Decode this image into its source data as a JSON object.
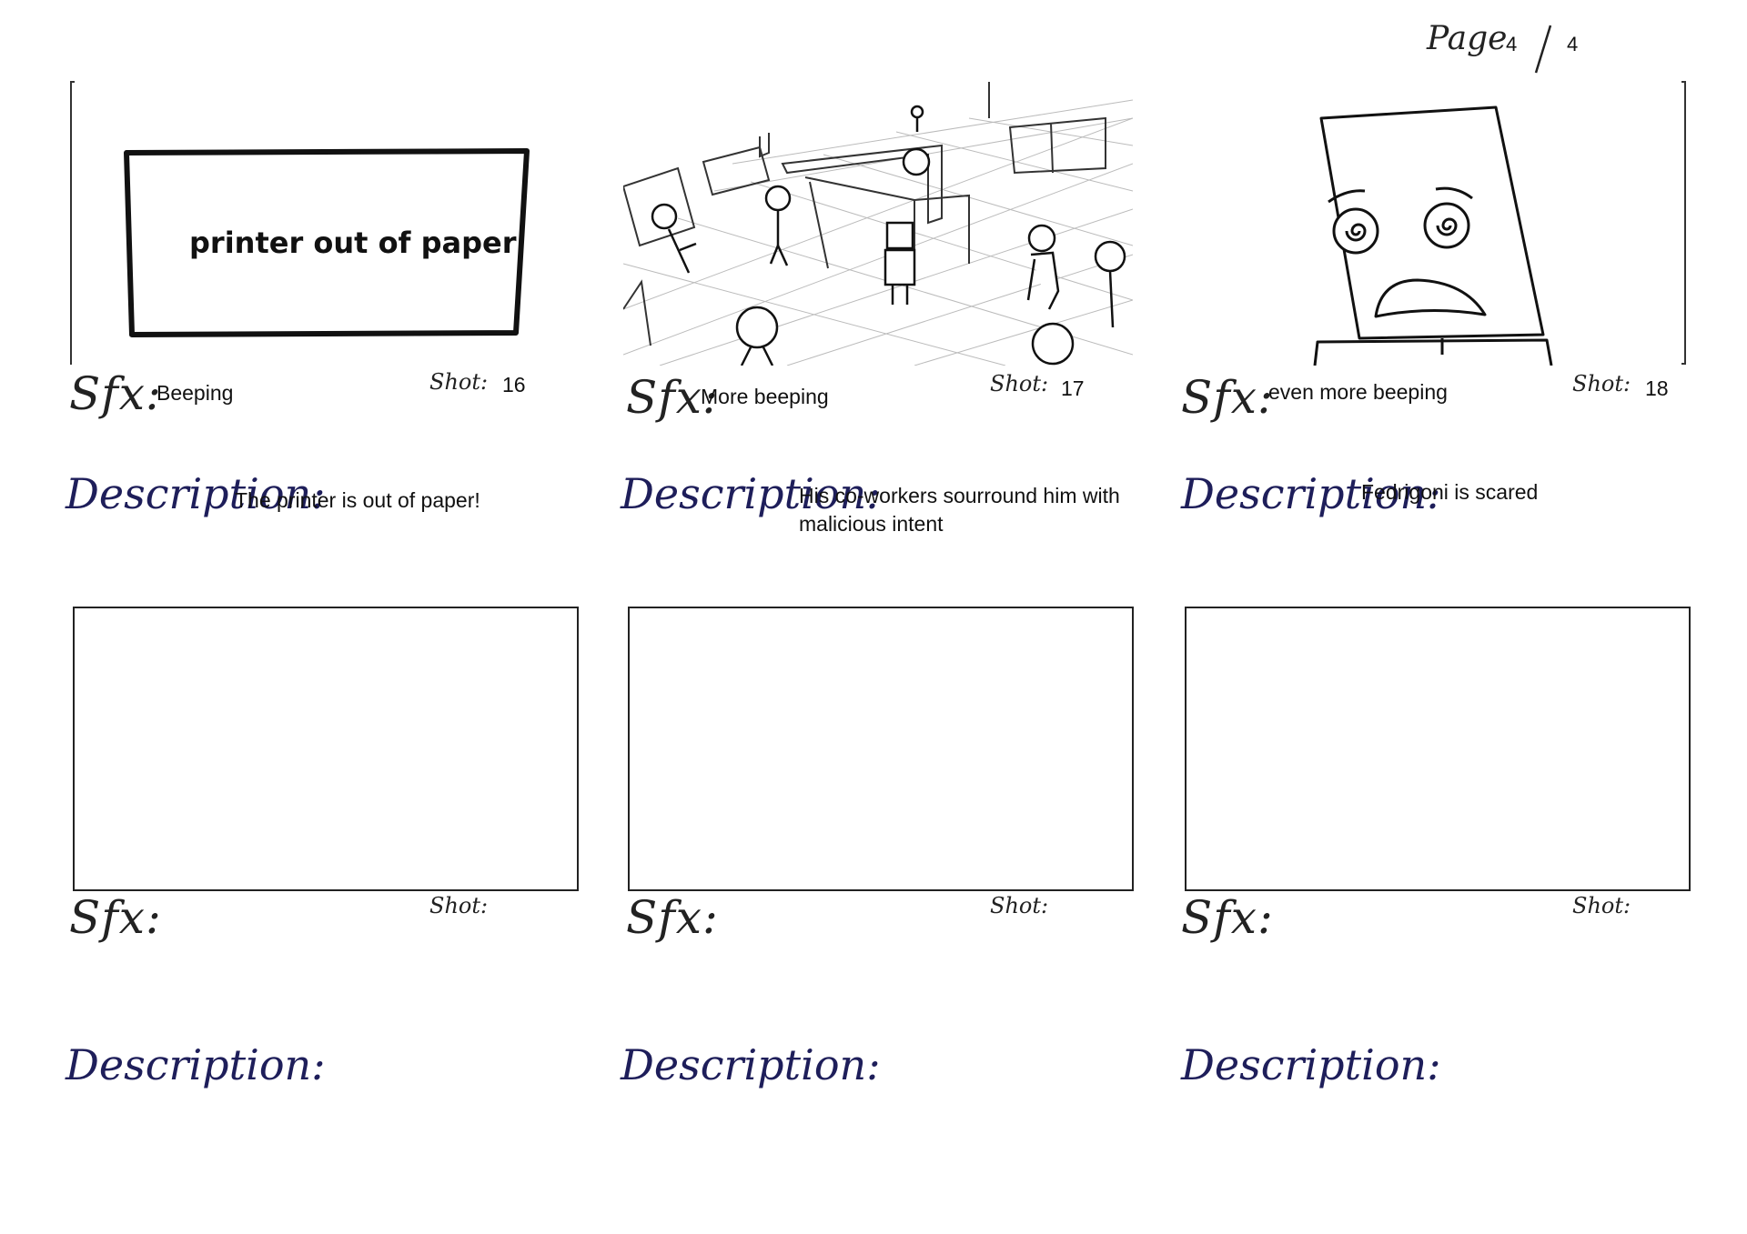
{
  "header": {
    "page_label": "Page",
    "page_current": "4",
    "page_total": "4"
  },
  "labels": {
    "sfx": "Sfx:",
    "shot": "Shot:",
    "description": "Description:"
  },
  "panels": [
    {
      "sfx": "Beeping",
      "shot": "16",
      "description": "The printer is out of paper!",
      "caption": "printer out of paper"
    },
    {
      "sfx": "More beeping",
      "shot": "17",
      "description": "His co-workers sourround him with malicious intent"
    },
    {
      "sfx": "even more beeping",
      "shot": "18",
      "description": "Fedrigoni is scared"
    },
    {
      "sfx": "",
      "shot": "",
      "description": ""
    },
    {
      "sfx": "",
      "shot": "",
      "description": ""
    },
    {
      "sfx": "",
      "shot": "",
      "description": ""
    }
  ]
}
